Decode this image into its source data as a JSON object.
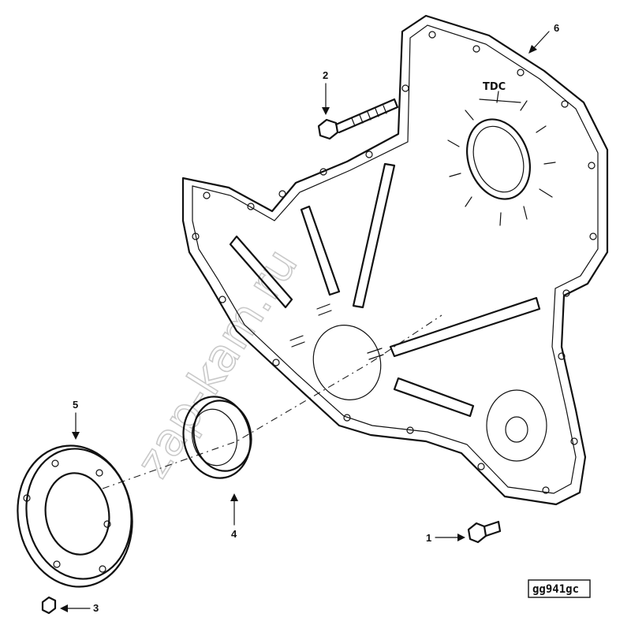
{
  "drawing": {
    "reference_code": "gg941gc",
    "watermark": "zap-kam.ru",
    "tdc_mark": "TDC"
  },
  "callouts": [
    {
      "number": "1"
    },
    {
      "number": "2"
    },
    {
      "number": "3"
    },
    {
      "number": "4"
    },
    {
      "number": "5"
    },
    {
      "number": "6"
    }
  ]
}
